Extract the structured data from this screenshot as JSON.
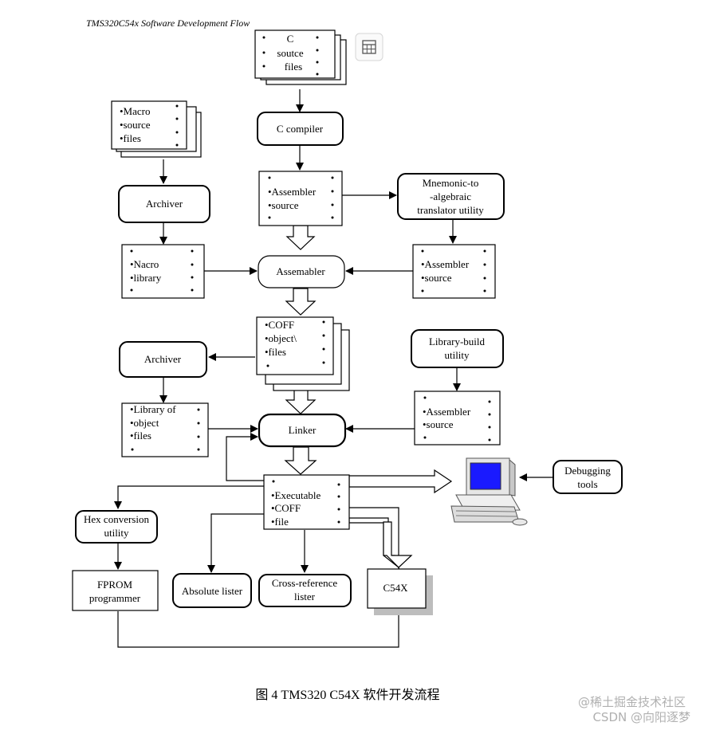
{
  "header": {
    "title": "TMS320C54x Software Development Flow"
  },
  "nodes": {
    "c_source": [
      "C",
      "soutce",
      "files"
    ],
    "c_compiler": "C compiler",
    "macro_source": [
      "•Macro",
      "•source",
      "•files"
    ],
    "archiver_top": "Archiver",
    "assembler_source_center": [
      "•Assembler",
      "•source"
    ],
    "mnemonic_translator": [
      "Mnemonic-to",
      "-algebraic",
      "translator utility"
    ],
    "macro_library": [
      "•Nacro",
      "•library"
    ],
    "assembler": "Assemabler",
    "assembler_source_right": [
      "•Assembler",
      "•source"
    ],
    "coff_object": [
      "•COFF",
      "•object\\",
      "•files"
    ],
    "archiver_bottom": "Archiver",
    "library_build": [
      "Library-build",
      "utility"
    ],
    "library_of_object": [
      "•Library of",
      "•object",
      "•files"
    ],
    "linker": "Linker",
    "assembler_source_lower_right": [
      "•Assembler",
      "•source"
    ],
    "executable_coff": [
      "•Executable",
      "•COFF",
      "•file"
    ],
    "debugging_tools": [
      "Debugging",
      "tools"
    ],
    "hex_conversion": [
      "Hex conversion",
      "utility"
    ],
    "fprom_programmer": [
      "FPROM",
      "programmer"
    ],
    "absolute_lister": "Absolute lister",
    "cross_reference_lister": [
      "Cross-reference",
      "lister"
    ],
    "c54x": "C54X"
  },
  "caption": "图 4    TMS320 C54X 软件开发流程",
  "watermark": [
    "@稀土掘金技术社区",
    "CSDN @向阳逐梦"
  ],
  "icons": {
    "toolbar_button": "calculator-icon",
    "computer": "computer-monitor-icon"
  },
  "colors": {
    "monitor_screen": "#1a1aff",
    "watermark": "#b0b0b0"
  }
}
